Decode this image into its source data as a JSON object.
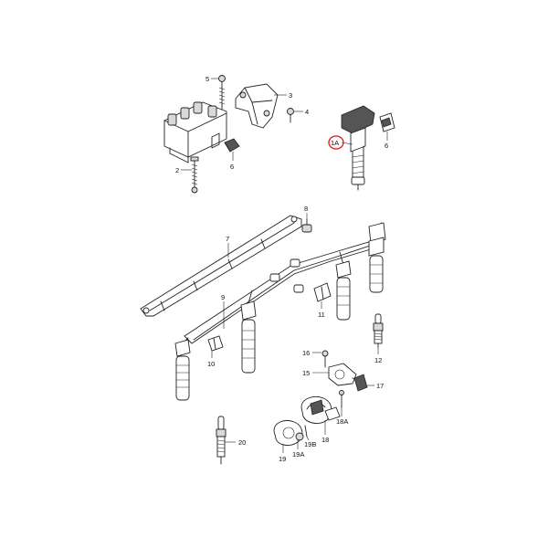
{
  "diagram": {
    "accent_color": "#e01a1a",
    "line_color": "#222222",
    "labels": {
      "l1a": "1A",
      "l2": "2",
      "l3": "3",
      "l4": "4",
      "l5": "5",
      "l6a": "6",
      "l6b": "6",
      "l7": "7",
      "l8": "8",
      "l9": "9",
      "l10": "10",
      "l11": "11",
      "l12": "12",
      "l15": "15",
      "l16": "16",
      "l17": "17",
      "l18": "18",
      "l18a": "18A",
      "l19": "19",
      "l19a": "19A",
      "l19b": "19B",
      "l20": "20"
    }
  }
}
